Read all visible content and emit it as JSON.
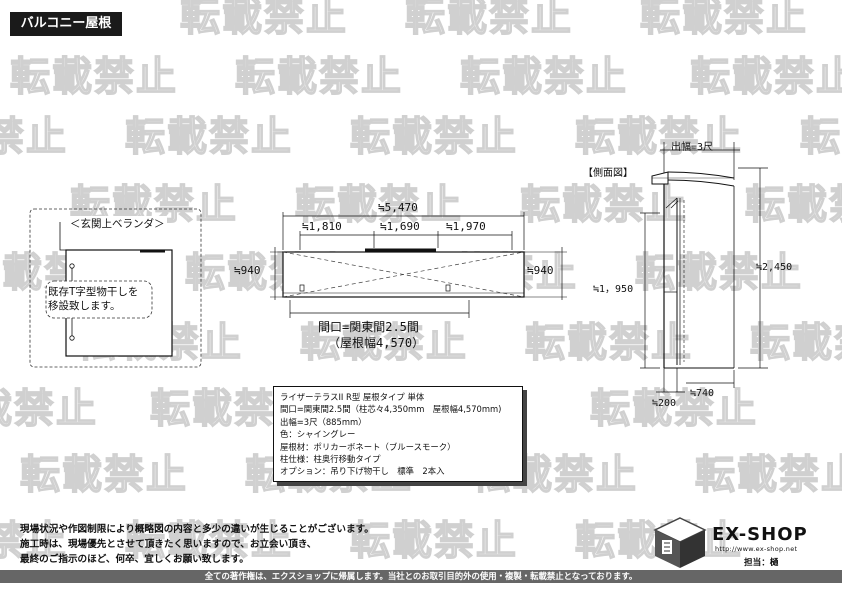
{
  "title_tag": "バルコニー屋根",
  "watermark_text": "転載禁止",
  "plan": {
    "label": "＜玄関上ベランダ＞",
    "callout_line1": "既存T字型物干しを",
    "callout_line2": "移設致します。"
  },
  "front_view": {
    "total_width": "≒5,470",
    "seg_left": "≒1,810",
    "seg_mid": "≒1,690",
    "seg_right": "≒1,970",
    "height_left": "≒940",
    "height_right": "≒940",
    "caption_line1": "間口=関東間2.5間",
    "caption_line2": "（屋根幅4,570）"
  },
  "side_view": {
    "label": "【側面図】",
    "projection": "出幅=3尺",
    "height_inner": "≒1，950",
    "height_total": "≒2,450",
    "depth": "≒740",
    "offset": "≒200"
  },
  "spec": {
    "lines": [
      "ライザーテラスII R型 屋根タイプ 単体",
      "間口=関東間2.5間（柱芯々4,350mm　屋根幅4,570mm)",
      "出幅=3尺（885mm）",
      "色：シャイングレー",
      "屋根材：ポリカーボネート（ブルースモーク）",
      "柱仕様：柱奥行移動タイプ",
      "オプション：吊り下げ物干し　標準　2本入"
    ]
  },
  "notes": [
    "現場状況や作図制限により概略図の内容と多少の違いが生じることがございます。",
    "施工時は、現場優先とさせて頂きたく思いますので、お立会い頂き、",
    "最終のご指示のほど、何卒、宜しくお願い致します。"
  ],
  "logo": {
    "brand": "EX-SHOP",
    "url": "http://www.ex-shop.net",
    "staff": "担当：樋"
  },
  "footer": "全ての著作権は、エクスショップに帰属します。当社とのお取引目的外の使用・複製・転載禁止となっております。"
}
